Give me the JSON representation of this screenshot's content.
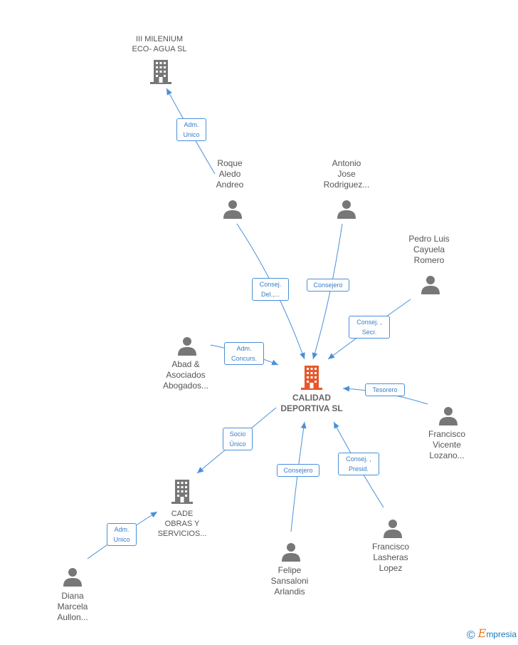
{
  "nodes": {
    "milenium": {
      "label": "III MILENIUM\nECO- AGUA SL"
    },
    "calidad": {
      "label": "CALIDAD\nDEPORTIVA SL"
    },
    "cade": {
      "label": "CADE\nOBRAS Y\nSERVICIOS..."
    },
    "roque": {
      "label": "Roque\nAledo\nAndreo"
    },
    "antonio": {
      "label": "Antonio\nJose\nRodriguez..."
    },
    "pedro": {
      "label": "Pedro Luis\nCayuela\nRomero"
    },
    "abad": {
      "label": "Abad &\nAsociados\nAbogados..."
    },
    "francisco_vicente": {
      "label": "Francisco\nVicente\nLozano..."
    },
    "francisco_lasheras": {
      "label": "Francisco\nLasheras\nLopez"
    },
    "felipe": {
      "label": "Felipe\nSansaloni\nArlandis"
    },
    "diana": {
      "label": "Diana\nMarcela\nAullon..."
    }
  },
  "edges": {
    "roque_milenium": "Adm.\nUnico",
    "roque_calidad": "Consej.\nDel.,...",
    "antonio_calidad": "Consejero",
    "pedro_calidad": "Consej. ,\nSecr.",
    "abad_calidad": "Adm.\nConcurs.",
    "fvicente_calidad": "Tesorero",
    "calidad_cade": "Socio\nÚnico",
    "felipe_calidad": "Consejero",
    "flasheras_calidad": "Consej. ,\nPresid.",
    "diana_cade": "Adm.\nUnico"
  },
  "colors": {
    "edge": "#4a90d9",
    "node": "#777777",
    "center": "#e8572a"
  },
  "footer": {
    "copyright": "©",
    "brand_e": "E",
    "brand_rest": "mpresia"
  }
}
